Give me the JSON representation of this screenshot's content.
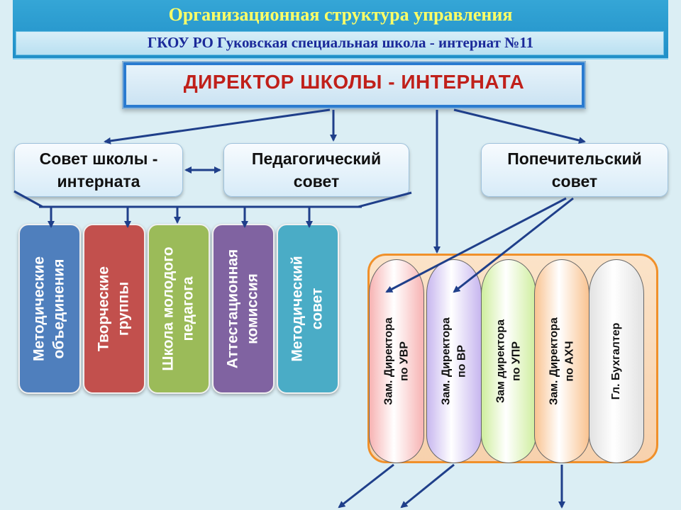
{
  "header": {
    "title_line1": "Организационная структура управления",
    "title_line2": "ГКОУ РО Гуковская специальная школа - интернат №11"
  },
  "director": {
    "label": "ДИРЕКТОР ШКОЛЫ - ИНТЕРНАТА"
  },
  "councils": {
    "school_council": [
      "Совет школы -",
      "интерната"
    ],
    "pedagogical_council": [
      "Педагогический",
      "совет"
    ],
    "trustee_council": [
      "Попечительский",
      "совет"
    ]
  },
  "methodical_units": [
    {
      "lines": [
        "Методические",
        "объединения"
      ],
      "color": "#4f7fbd"
    },
    {
      "lines": [
        "Творческие",
        "группы"
      ],
      "color": "#c2504d"
    },
    {
      "lines": [
        "Школа молодого",
        "педагога"
      ],
      "color": "#9bbb59"
    },
    {
      "lines": [
        "Аттестационная",
        "комиссия"
      ],
      "color": "#8063a1"
    },
    {
      "lines": [
        "Методический",
        "совет"
      ],
      "color": "#4aacc6"
    }
  ],
  "deputies": [
    {
      "lines": [
        "Зам. Директора",
        "по УВР"
      ],
      "color": "#f7b3b3"
    },
    {
      "lines": [
        "Зам. Директора",
        "по ВР"
      ],
      "color": "#c7b6ef"
    },
    {
      "lines": [
        "Зам директора",
        "по УПР"
      ],
      "color": "#cfee9e"
    },
    {
      "lines": [
        "Зам. Директора",
        "по АХЧ"
      ],
      "color": "#f9c391"
    },
    {
      "lines": [
        "Гл. Бухгалтер"
      ],
      "color": "#e2e2e2"
    }
  ],
  "colors": {
    "arrow": "#1f3f8a",
    "header_bg": "#2596cf",
    "title_yellow": "#ffff66",
    "director_red": "#c0201a",
    "panel_border": "#f0902a"
  }
}
